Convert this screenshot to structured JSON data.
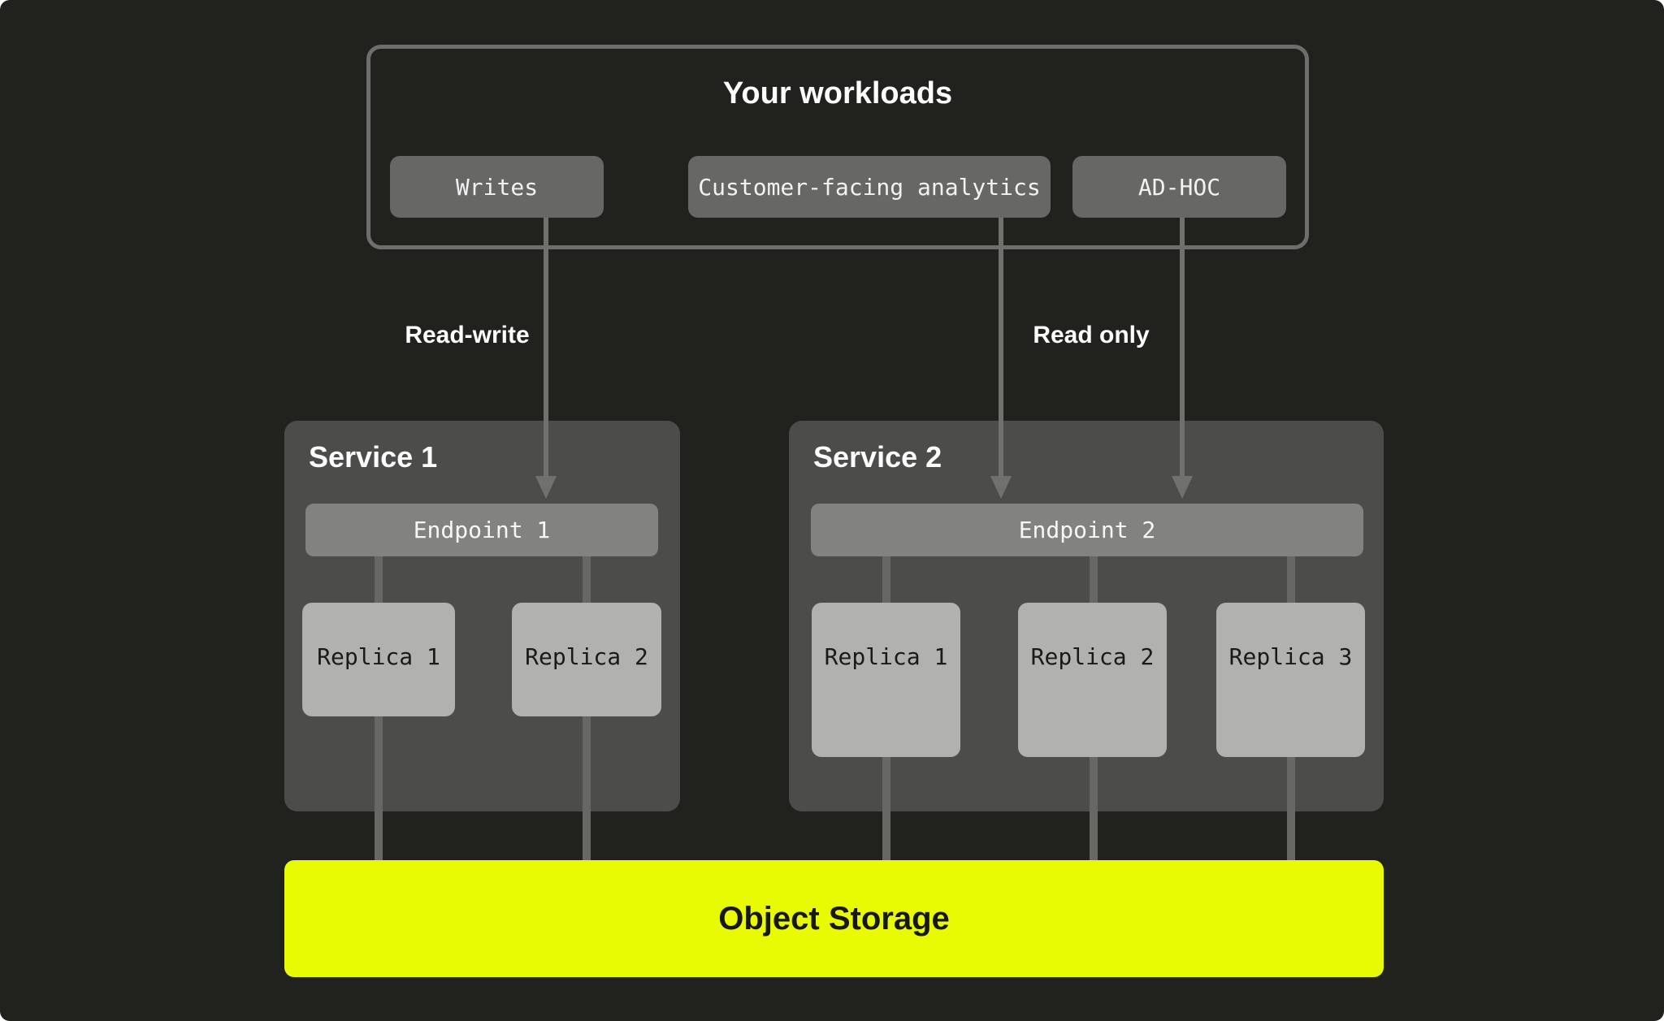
{
  "diagram": {
    "workloads": {
      "title": "Your workloads",
      "buttons": [
        {
          "label": "Writes"
        },
        {
          "label": "Customer-facing analytics"
        },
        {
          "label": "AD-HOC"
        }
      ]
    },
    "edge_labels": {
      "read_write": "Read-write",
      "read_only": "Read only"
    },
    "services": [
      {
        "title": "Service 1",
        "endpoint": "Endpoint 1",
        "replicas": [
          "Replica 1",
          "Replica 2"
        ]
      },
      {
        "title": "Service 2",
        "endpoint": "Endpoint 2",
        "replicas": [
          "Replica 1",
          "Replica 2",
          "Replica 3"
        ]
      }
    ],
    "storage": {
      "label": "Object Storage"
    },
    "colors": {
      "background": "#21211d",
      "service_panel": "#4c4c4a",
      "workload_button": "#676765",
      "endpoint_bar": "#828280",
      "replica_card": "#b1b1af",
      "storage_accent": "#e9fb02",
      "connector_line": "#676763",
      "arrow_line": "#70706d",
      "container_border": "#6e6e6c"
    }
  }
}
